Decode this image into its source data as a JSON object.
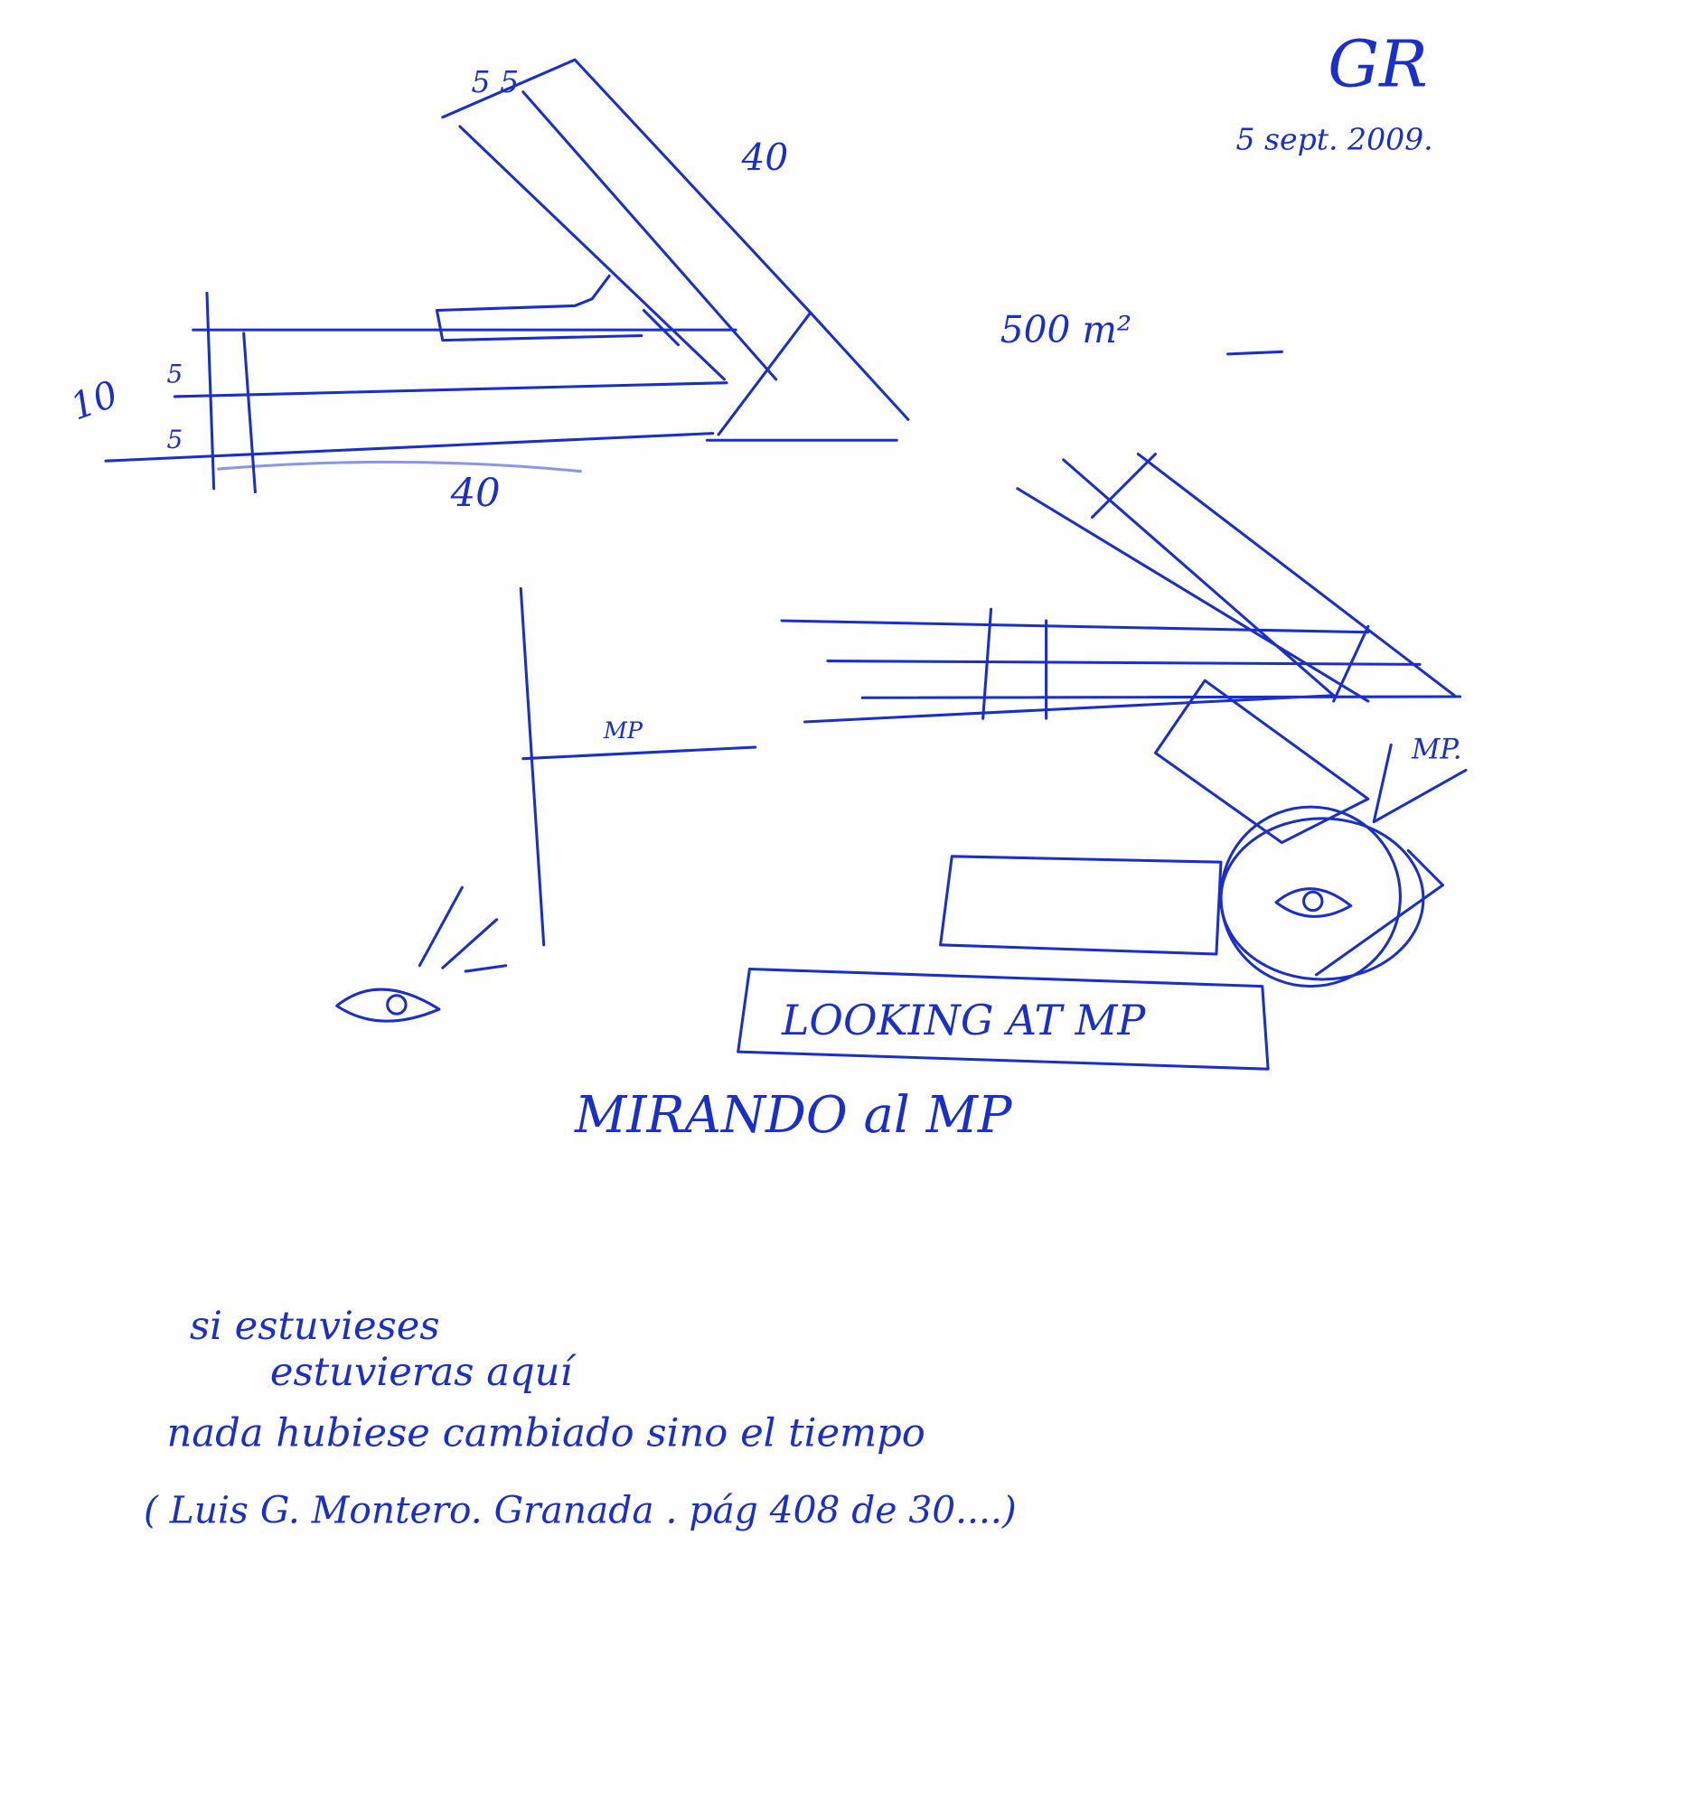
{
  "header": {
    "initials": "GR",
    "date": "5 sept. 2009."
  },
  "sketch_top": {
    "dim_top": "5 5",
    "dim_angle_arm": "40",
    "dim_left": "10",
    "dim_left_a": "5",
    "dim_left_b": "5",
    "dim_bottom": "40",
    "area": "500 m²"
  },
  "sketch_middle": {
    "label_mp": "MP"
  },
  "sketch_right": {
    "label_mp": "MP."
  },
  "captions": {
    "boxed": "LOOKING AT MP",
    "spanish": "MIRANDO al MP"
  },
  "quote": {
    "line1": "si estuvieses",
    "line2": "estuvieras aquí",
    "line3": "nada hubiese cambiado sino el tiempo",
    "line4": "( Luis G. Montero. Granada . pág 408 de 30....)"
  },
  "colors": {
    "ink": "#1a2fc8",
    "paper": "#fefefe"
  }
}
